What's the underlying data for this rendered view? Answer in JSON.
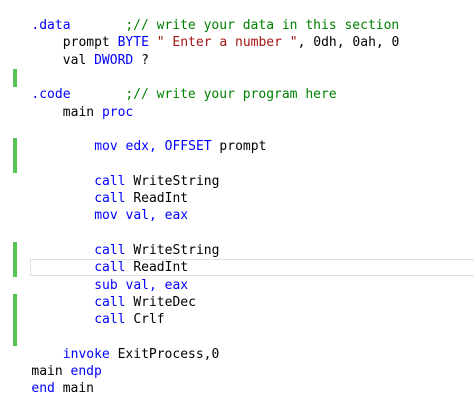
{
  "editor": {
    "lines": [
      {
        "indent": 4,
        "tokens": [
          {
            "t": ".data",
            "c": "kw"
          },
          {
            "t": "       ;// write your data in this section",
            "c": "cm"
          }
        ]
      },
      {
        "indent": 8,
        "tokens": [
          {
            "t": "prompt ",
            "c": "pl"
          },
          {
            "t": "BYTE",
            "c": "kw"
          },
          {
            "t": " ",
            "c": "pl"
          },
          {
            "t": "\" Enter a number \"",
            "c": "str"
          },
          {
            "t": ", 0dh, 0ah, 0",
            "c": "pl"
          }
        ]
      },
      {
        "indent": 8,
        "tokens": [
          {
            "t": "val ",
            "c": "pl"
          },
          {
            "t": "DWORD",
            "c": "kw"
          },
          {
            "t": " ?",
            "c": "pl"
          }
        ]
      },
      {
        "indent": 0,
        "tokens": []
      },
      {
        "indent": 4,
        "tokens": [
          {
            "t": ".code",
            "c": "kw"
          },
          {
            "t": "       ;// write your program here",
            "c": "cm"
          }
        ]
      },
      {
        "indent": 8,
        "tokens": [
          {
            "t": "main ",
            "c": "pl"
          },
          {
            "t": "proc",
            "c": "kw"
          }
        ]
      },
      {
        "indent": 0,
        "tokens": []
      },
      {
        "indent": 12,
        "tokens": [
          {
            "t": "mov edx, ",
            "c": "kw"
          },
          {
            "t": "OFFSET",
            "c": "kw"
          },
          {
            "t": " prompt",
            "c": "pl"
          }
        ]
      },
      {
        "indent": 0,
        "tokens": []
      },
      {
        "indent": 12,
        "tokens": [
          {
            "t": "call",
            "c": "kw"
          },
          {
            "t": " WriteString",
            "c": "pl"
          }
        ]
      },
      {
        "indent": 12,
        "tokens": [
          {
            "t": "call",
            "c": "kw"
          },
          {
            "t": " ReadInt",
            "c": "pl"
          }
        ]
      },
      {
        "indent": 12,
        "tokens": [
          {
            "t": "mov val, eax",
            "c": "kw"
          }
        ]
      },
      {
        "indent": 0,
        "tokens": []
      },
      {
        "indent": 12,
        "tokens": [
          {
            "t": "call",
            "c": "kw"
          },
          {
            "t": " WriteString",
            "c": "pl"
          }
        ]
      },
      {
        "indent": 12,
        "tokens": [
          {
            "t": "call",
            "c": "kw"
          },
          {
            "t": " ReadInt",
            "c": "pl"
          }
        ]
      },
      {
        "indent": 12,
        "tokens": [
          {
            "t": "sub val, eax",
            "c": "kw"
          }
        ]
      },
      {
        "indent": 12,
        "tokens": [
          {
            "t": "call",
            "c": "kw"
          },
          {
            "t": " WriteDec",
            "c": "pl"
          }
        ]
      },
      {
        "indent": 12,
        "tokens": [
          {
            "t": "call",
            "c": "kw"
          },
          {
            "t": " Crlf",
            "c": "pl"
          }
        ]
      },
      {
        "indent": 0,
        "tokens": []
      },
      {
        "indent": 8,
        "tokens": [
          {
            "t": "invoke",
            "c": "kw"
          },
          {
            "t": " ExitProcess,0",
            "c": "pl"
          }
        ]
      },
      {
        "indent": 4,
        "tokens": [
          {
            "t": "main ",
            "c": "pl"
          },
          {
            "t": "endp",
            "c": "kw"
          }
        ]
      },
      {
        "indent": 4,
        "tokens": [
          {
            "t": "end",
            "c": "kw"
          },
          {
            "t": " main",
            "c": "pl"
          }
        ]
      }
    ],
    "current_line": 14,
    "changed_lines": [
      3,
      7,
      8,
      13,
      14,
      16,
      17,
      18
    ]
  },
  "colors": {
    "keyword": "#0000ff",
    "comment": "#008000",
    "string": "#a31515",
    "change_marker": "#57c457"
  }
}
